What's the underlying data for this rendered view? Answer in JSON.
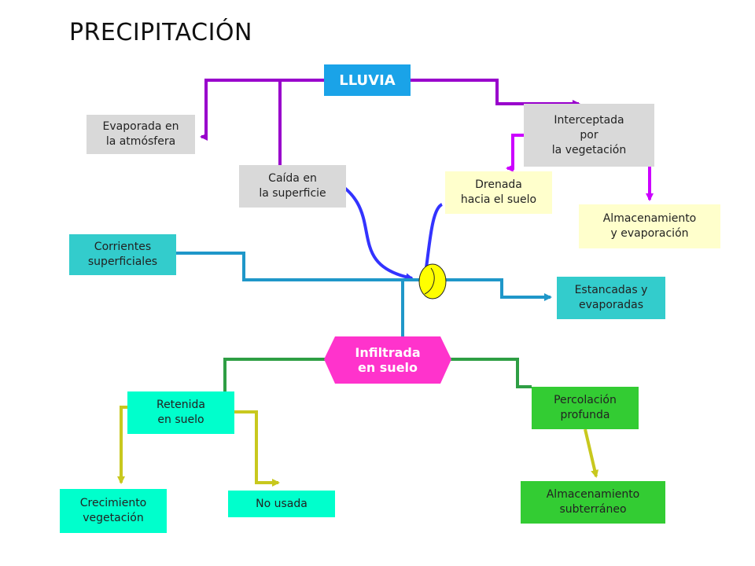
{
  "title": "PRECIPITACIÓN",
  "nodes": {
    "lluvia": {
      "lines": [
        "LLUVIA"
      ],
      "color": "#1aa3e8"
    },
    "evaporada": {
      "lines": [
        "Evaporada en",
        "la atmósfera"
      ],
      "color": "#d9d9d9"
    },
    "caida": {
      "lines": [
        "Caída en",
        "la superficie"
      ],
      "color": "#d9d9d9"
    },
    "interceptada": {
      "lines": [
        "Interceptada",
        "por",
        "la vegetación"
      ],
      "color": "#d9d9d9"
    },
    "drenada": {
      "lines": [
        "Drenada",
        "hacia el suelo"
      ],
      "color": "#ffffcc"
    },
    "almacenamiento_evap": {
      "lines": [
        "Almacenamiento",
        "y evaporación"
      ],
      "color": "#ffffcc"
    },
    "corrientes": {
      "lines": [
        "Corrientes",
        "superficiales"
      ],
      "color": "#33cccc"
    },
    "estancadas": {
      "lines": [
        "Estancadas y",
        "evaporadas"
      ],
      "color": "#33cccc"
    },
    "infiltrada": {
      "lines": [
        "Infiltrada",
        "en suelo"
      ],
      "color": "#ff33cc"
    },
    "retenida": {
      "lines": [
        "Retenida",
        "en suelo"
      ],
      "color": "#00ffcc"
    },
    "percolacion": {
      "lines": [
        "Percolación",
        "profunda"
      ],
      "color": "#33cc33"
    },
    "crecimiento": {
      "lines": [
        "Crecimiento",
        "vegetación"
      ],
      "color": "#00ffcc"
    },
    "no_usada": {
      "lines": [
        "No usada"
      ],
      "color": "#00ffcc"
    },
    "almacenamiento_sub": {
      "lines": [
        "Almacenamiento",
        "subterráneo"
      ],
      "color": "#33cc33"
    }
  },
  "connector_colors": {
    "purple": "#9900cc",
    "magenta": "#cc00ff",
    "blue": "#3333ff",
    "teal": "#1f97c9",
    "green": "#2e9e44",
    "olive": "#c8c81e",
    "junction": "#ffff00"
  }
}
